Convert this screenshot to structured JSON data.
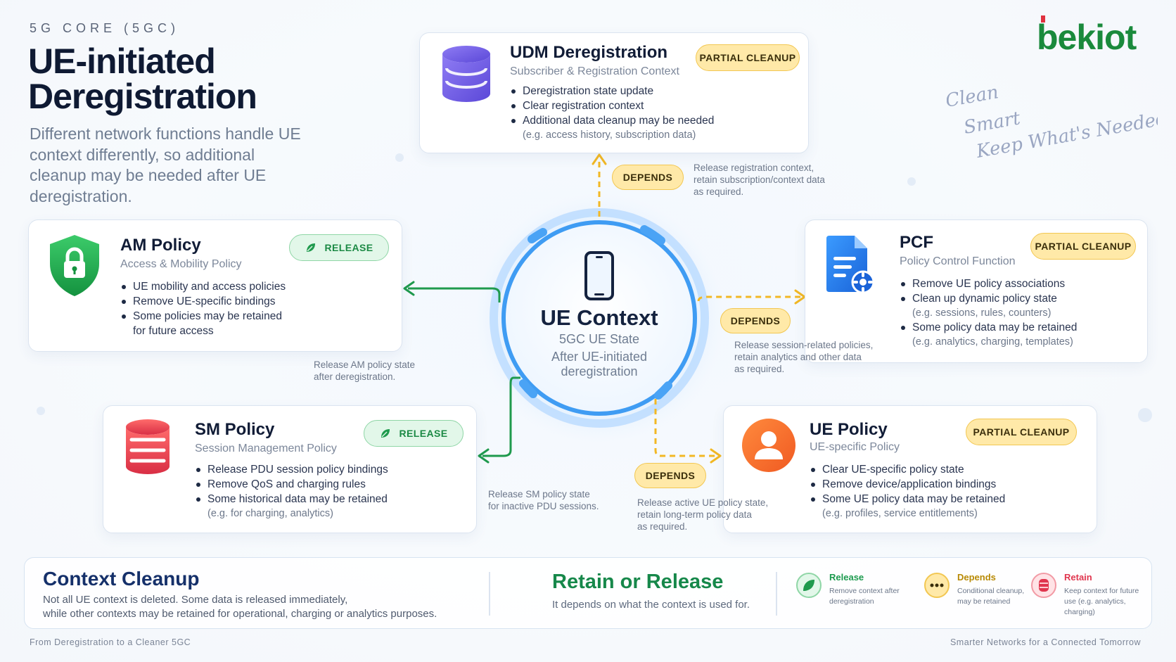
{
  "header": {
    "kicker": "5G CORE (5GC)",
    "title_line1": "UE-initiated",
    "title_line2": "Deregistration",
    "intro": "Different network functions handle UE context differently, so additional cleanup may be needed after UE deregistration."
  },
  "brand": {
    "logo_text": "bekiot",
    "tag_line1": "Clean",
    "tag_line2": "Smart",
    "tag_line3": "Keep What's Needed"
  },
  "center": {
    "title": "UE Context",
    "subtitle": "5GC UE State",
    "caption_line1": "After UE-initiated",
    "caption_line2": "deregistration"
  },
  "udm": {
    "title": "UDM Deregistration",
    "subtitle": "Subscriber & Registration Context",
    "badge": "PARTIAL CLEANUP",
    "items": [
      "Deregistration state update",
      "Clear registration context",
      "Additional data cleanup may be needed"
    ],
    "note": "(e.g. access history, subscription data)",
    "connector_badge": "DEPENDS",
    "connector_text": [
      "Release registration context,",
      "retain subscription/context data",
      "as required."
    ]
  },
  "am": {
    "title": "AM Policy",
    "subtitle": "Access & Mobility Policy",
    "badge": "RELEASE",
    "items": [
      "UE mobility and access policies",
      "Remove UE-specific bindings",
      "Some policies may be retained"
    ],
    "note": "for future access",
    "connector_text": [
      "Release AM policy state",
      "after deregistration."
    ]
  },
  "pcf": {
    "title": "PCF",
    "subtitle": "Policy Control Function",
    "badge": "PARTIAL CLEANUP",
    "items": [
      "Remove UE policy associations",
      "Clean up dynamic policy state",
      "Some policy data may be retained"
    ],
    "note1": "(e.g. sessions, rules, counters)",
    "note2": "(e.g. analytics, charging, templates)",
    "connector_badge": "DEPENDS",
    "connector_text": [
      "Release session-related policies,",
      "retain analytics and other data",
      "as required."
    ]
  },
  "sm": {
    "title": "SM Policy",
    "subtitle": "Session Management Policy",
    "badge": "RELEASE",
    "items": [
      "Release PDU session policy bindings",
      "Remove QoS and charging rules",
      "Some historical data may be retained"
    ],
    "note": "(e.g. for charging, analytics)",
    "connector_text": [
      "Release SM policy state",
      "for inactive PDU sessions."
    ]
  },
  "uepolicy": {
    "title": "UE Policy",
    "subtitle": "UE-specific Policy",
    "badge": "PARTIAL CLEANUP",
    "items": [
      "Clear UE-specific policy state",
      "Remove device/application bindings",
      "Some UE policy data may be retained"
    ],
    "note": "(e.g. profiles, service entitlements)",
    "connector_badge": "DEPENDS",
    "connector_text": [
      "Release active UE policy state,",
      "retain long-term policy data",
      "as required."
    ]
  },
  "bottom": {
    "cc_title": "Context Cleanup",
    "cc_line1": "Not all UE context is deleted. Some data is released immediately,",
    "cc_line2": "while other contexts may be retained for operational, charging or analytics purposes.",
    "ror_title": "Retain or Release",
    "ror_text": "It depends on what the context is used for.",
    "legend": [
      {
        "title": "Release",
        "text1": "Remove context after",
        "text2": "deregistration",
        "text3": "",
        "color": "#1c9a4e"
      },
      {
        "title": "Depends",
        "text1": "Conditional cleanup,",
        "text2": "may be retained",
        "text3": "",
        "color": "#b88a05"
      },
      {
        "title": "Retain",
        "text1": "Keep context for future",
        "text2": "use (e.g. analytics,",
        "text3": "charging)",
        "color": "#e0364f"
      }
    ]
  },
  "footer": {
    "left": "From Deregistration to a Cleaner 5GC",
    "right": "Smarter Networks for a Connected Tomorrow"
  },
  "colors": {
    "accent_blue": "#2f8ff0",
    "release_green": "#1c9a4e",
    "depends_yellow": "#f2b824",
    "title_navy": "#0f1a33"
  }
}
